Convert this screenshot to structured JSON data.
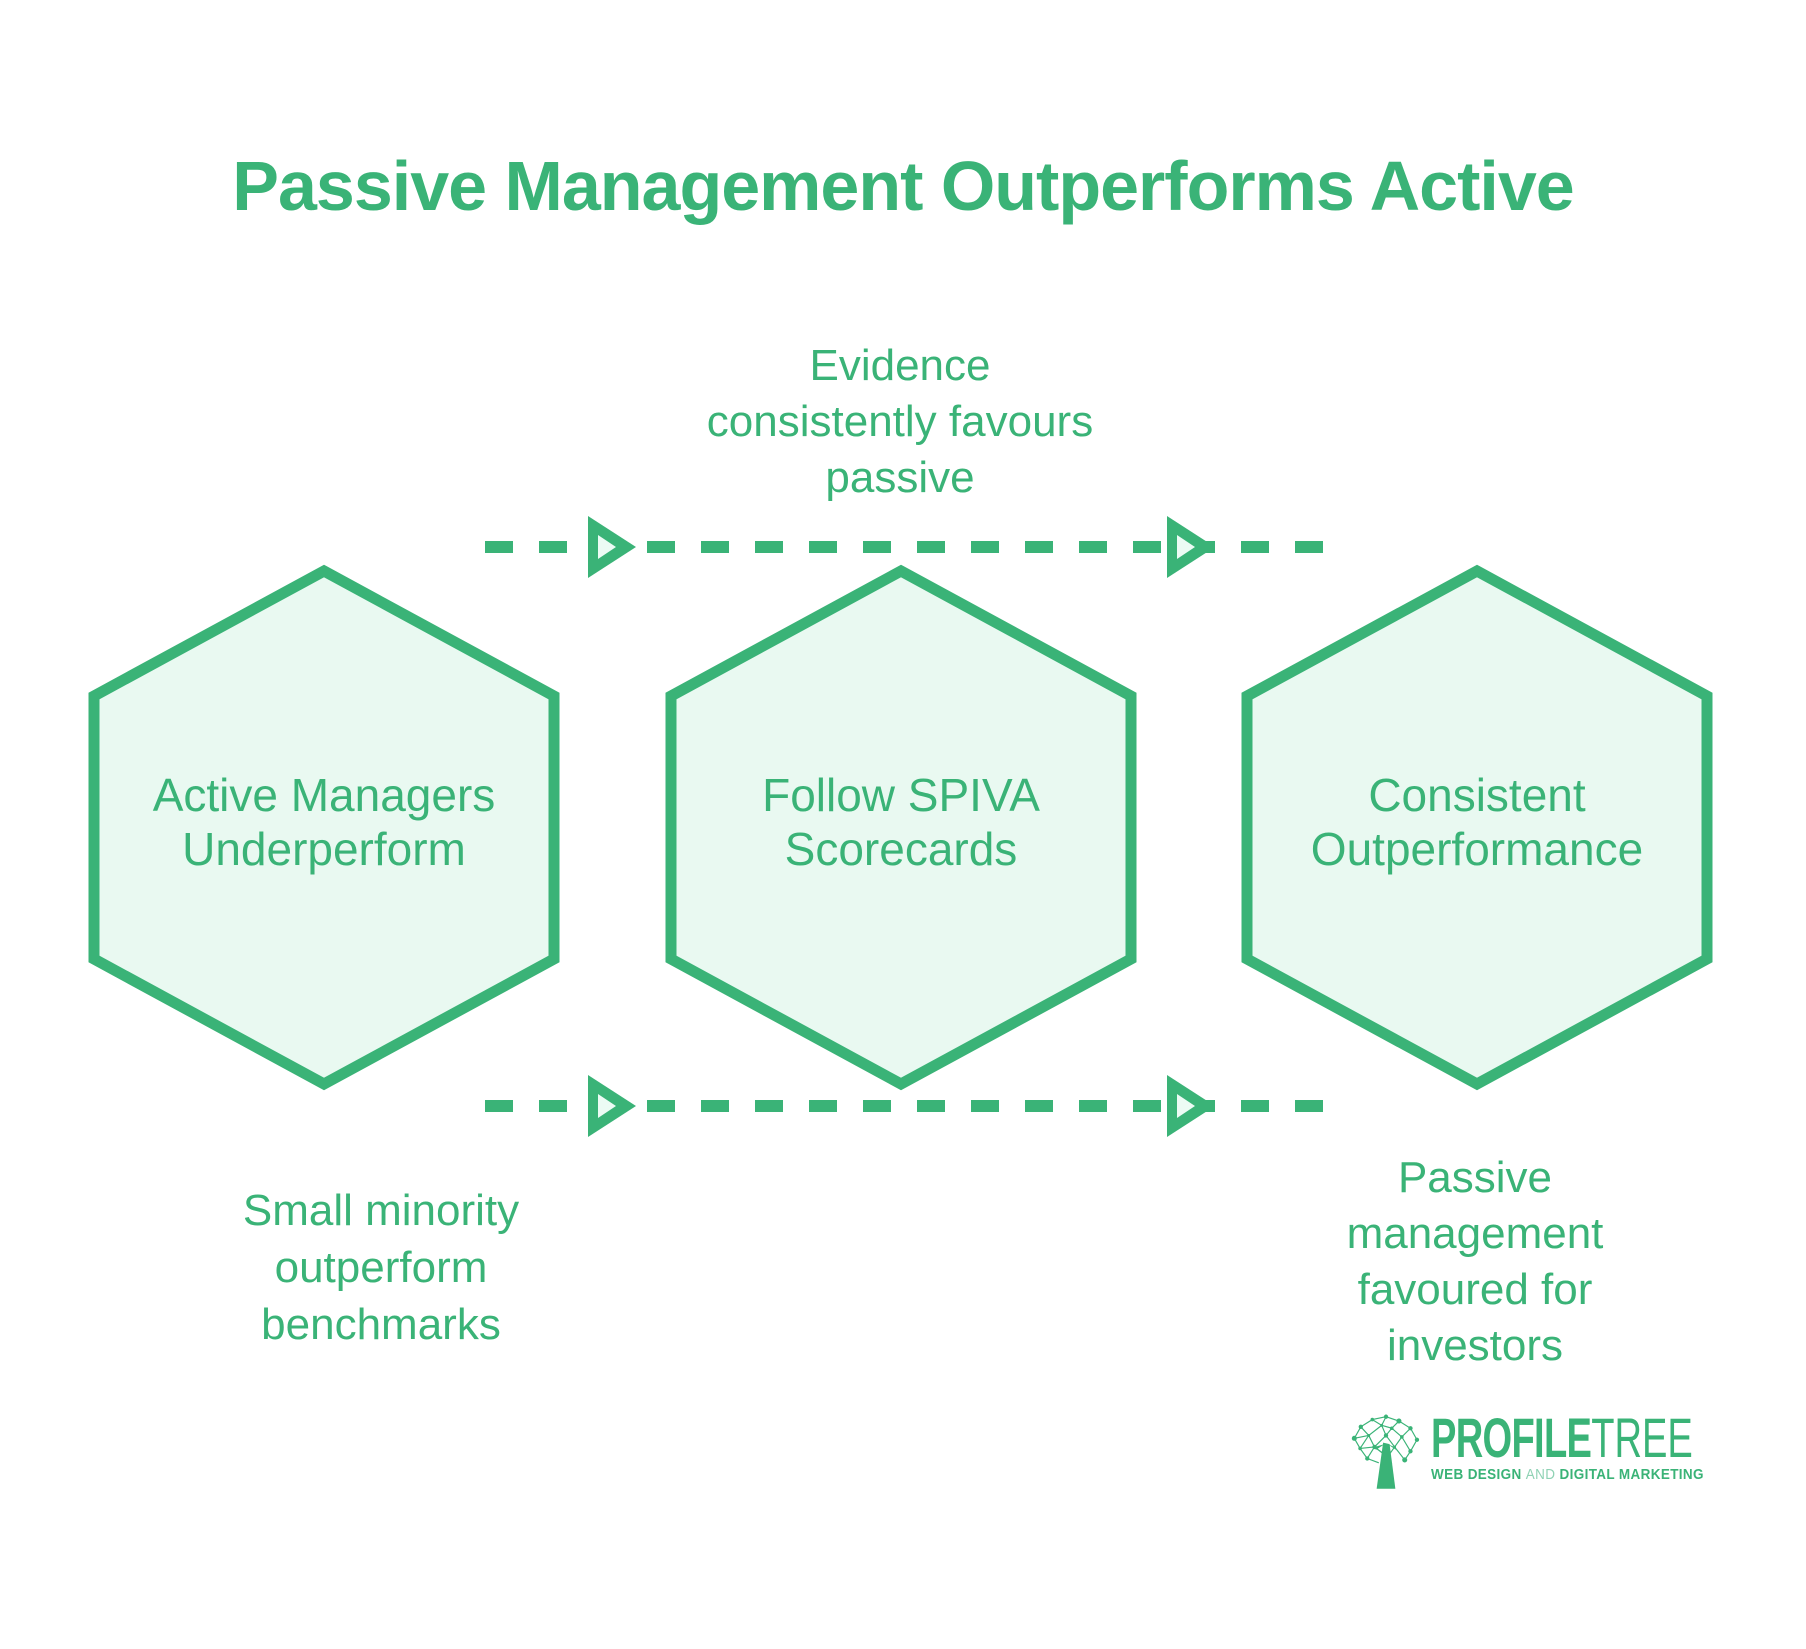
{
  "title": {
    "text": "Passive Management Outperforms Active"
  },
  "colors": {
    "accent_green": "#3ab377",
    "hexagon_fill": "#e9f9f1",
    "arrowhead_inner": "#ecfbf4",
    "tagline_and": "#8fd2b4",
    "background": "#ffffff"
  },
  "flow_labels": {
    "top": "Evidence\nconsistently favours\npassive",
    "bottom_left": "Small minority\noutperform\nbenchmarks",
    "bottom_right": "Passive\nmanagement\nfavoured for\ninvestors"
  },
  "hexagons": [
    {
      "label": "Active Managers\nUnderperform"
    },
    {
      "label": "Follow SPIVA\nScorecards"
    },
    {
      "label": "Consistent\nOutperformance"
    }
  ],
  "logo": {
    "name_primary": "PROFILE",
    "name_secondary": "TREE",
    "tagline_lead": "WEB DESIGN",
    "tagline_mid": "AND",
    "tagline_tail": "DIGITAL MARKETING"
  }
}
